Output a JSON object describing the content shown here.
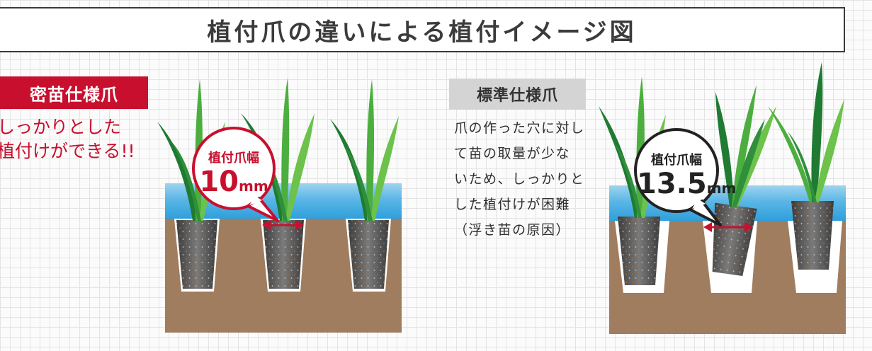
{
  "title": "植付爪の違いによる植付イメージ図",
  "left": {
    "badge": "密苗仕様爪",
    "desc_line1": "しっかりとした",
    "desc_line2": "植付けができる!!",
    "bubble_label": "植付爪幅",
    "bubble_value": "10",
    "bubble_unit": "mm"
  },
  "right": {
    "badge": "標準仕様爪",
    "desc_lines": [
      "爪の作った穴に対し",
      "て苗の取量が少な",
      "いため、しっかりと",
      "した植付けが困難",
      "（浮き苗の原因）"
    ],
    "bubble_label": "植付爪幅",
    "bubble_value": "13.5",
    "bubble_unit": "mm"
  },
  "colors": {
    "accent_red": "#c8102e",
    "soil": "#a07d5f",
    "water_top": "#9fd4ef",
    "water_bottom": "#3aa6de",
    "leaf_dark": "#1f7a32",
    "leaf_light": "#6cc24a",
    "plug_gray": "#555555"
  }
}
